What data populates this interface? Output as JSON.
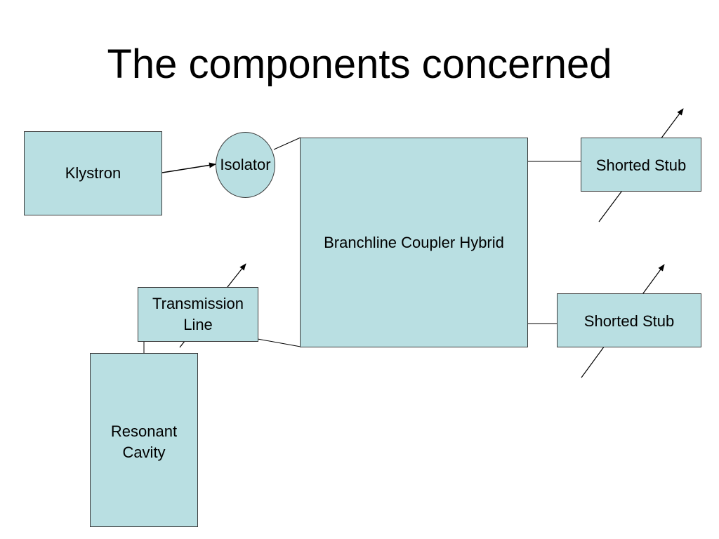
{
  "slide": {
    "title": "The components concerned"
  },
  "diagram": {
    "fill_color": "#b9dfe2",
    "stroke_color": "#3a3a3a",
    "nodes": {
      "klystron": "Klystron",
      "isolator": "Isolator",
      "hybrid": "Branchline Coupler Hybrid",
      "stub_top": "Shorted Stub",
      "stub_bottom": "Shorted Stub",
      "transmission_line": "Transmission\nLine",
      "resonant_cavity": "Resonant\nCavity"
    }
  }
}
